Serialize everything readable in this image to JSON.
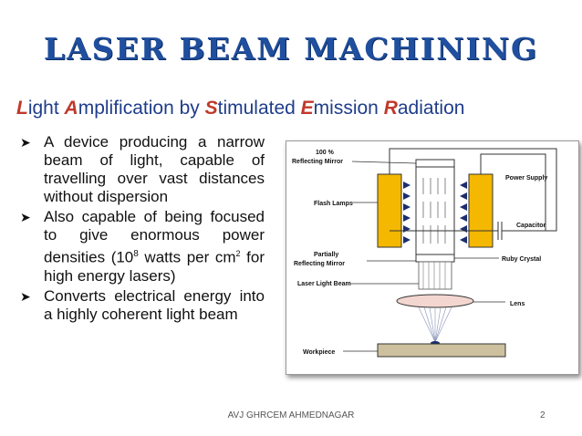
{
  "slide": {
    "title": "LASER BEAM MACHINING",
    "subtitle_parts": [
      {
        "cap": "L",
        "rest": "ight "
      },
      {
        "cap": "A",
        "rest": "mplification by "
      },
      {
        "cap": "S",
        "rest": "timulated "
      },
      {
        "cap": "E",
        "rest": "mission "
      },
      {
        "cap": "R",
        "rest": "adiation"
      }
    ],
    "bullets": [
      "A device producing a narrow beam of light, capable of travelling over vast distances without dispersion",
      "Also capable of being focused to give enormous power densities (10",
      "Converts electrical energy into a highly coherent light beam"
    ],
    "bullet2_sup": "8",
    "bullet2_mid": " watts per cm",
    "bullet2_sup2": "2",
    "bullet2_end": " for high energy lasers)",
    "footer": "AVJ GHRCEM AHMEDNAGAR",
    "page_number": "2"
  },
  "diagram": {
    "labels": {
      "mirror_top": "100 %",
      "mirror_top2": "Reflecting Mirror",
      "flash": "Flash Lamps",
      "partial1": "Partially",
      "partial2": "Reflecting  Mirror",
      "beam": "Laser Light Beam",
      "workpiece": "Workpiece",
      "power": "Power Supply",
      "capacitor": "Capacitor",
      "ruby": "Ruby Crystal",
      "lens": "Lens"
    },
    "colors": {
      "lamp": "#f5b800",
      "lens": "#f3d6d0",
      "workpiece": "#cdc09e",
      "arrows": "#1a2d6e"
    }
  }
}
